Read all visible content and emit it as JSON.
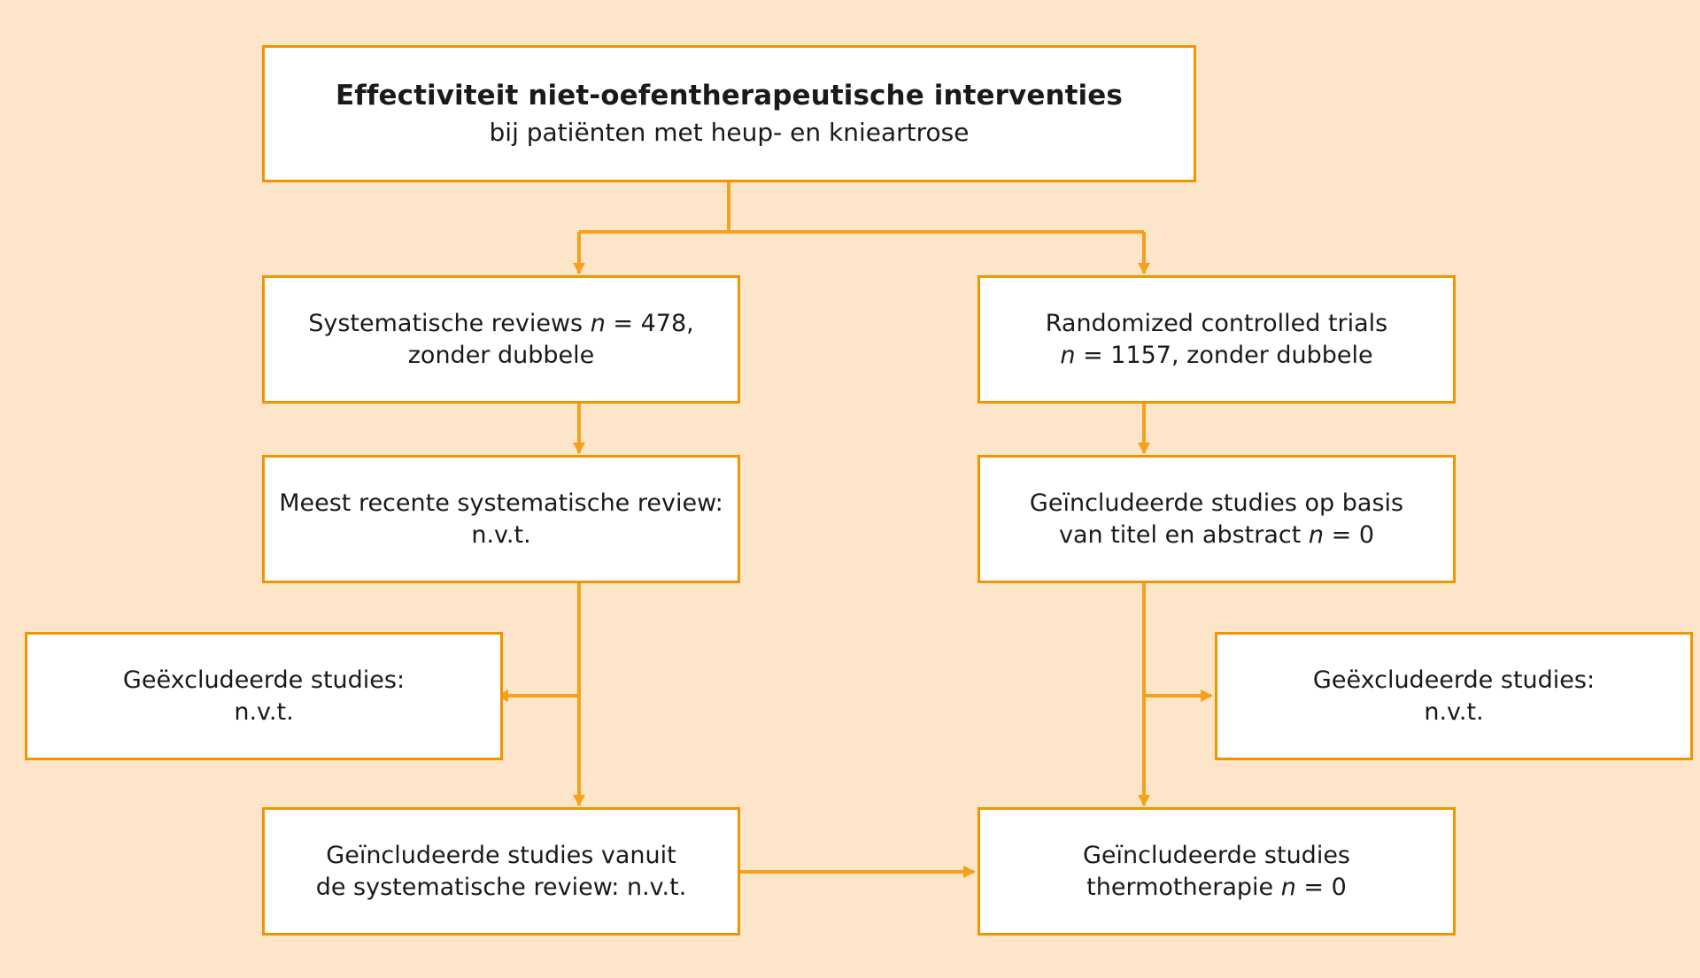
{
  "diagram": {
    "type": "flowchart",
    "title": "Effectiviteit niet-oefentherapeutische interventies",
    "subtitle": "bij patiënten met heup- en knieartrose",
    "colors": {
      "background": "#fce5c8",
      "accent": "#f29400",
      "node_fill": "#ffffff",
      "text": "#1a1a1a"
    },
    "nodes": {
      "root": {
        "title": "Effectiviteit niet-oefentherapeutische interventies",
        "subtitle": "bij patiënten met heup- en knieartrose"
      },
      "systematic_reviews": {
        "line1_pre": "Systematische reviews ",
        "line1_var": "n",
        "line1_post": " = 478,",
        "line2": "zonder dubbele"
      },
      "randomized_trials": {
        "line1": "Randomized controlled trials",
        "line2_var": "n",
        "line2_post": " = 1157, zonder dubbele"
      },
      "most_recent_review": {
        "line1": "Meest recente systematische review:",
        "line2": "n.v.t."
      },
      "included_title_abstract": {
        "line1": "Geïncludeerde studies op basis",
        "line2_pre": "van titel en abstract ",
        "line2_var": "n",
        "line2_post": " = 0"
      },
      "excluded_left": {
        "line1": "Geëxcludeerde studies:",
        "line2": "n.v.t."
      },
      "excluded_right": {
        "line1": "Geëxcludeerde studies:",
        "line2": "n.v.t."
      },
      "included_from_review": {
        "line1": "Geïncludeerde studies vanuit",
        "line2": "de systematische review: n.v.t."
      },
      "included_thermotherapy": {
        "line1": "Geïncludeerde studies",
        "line2_pre": "thermotherapie ",
        "line2_var": "n",
        "line2_post": " = 0"
      }
    },
    "connectors": [
      {
        "name": "root-to-systematic-reviews",
        "from": "root",
        "to": "systematic_reviews",
        "arrow": "down"
      },
      {
        "name": "root-to-randomized-trials",
        "from": "root",
        "to": "randomized_trials",
        "arrow": "down"
      },
      {
        "name": "systematic-reviews-to-most-recent-review",
        "from": "systematic_reviews",
        "to": "most_recent_review",
        "arrow": "down"
      },
      {
        "name": "randomized-trials-to-included-title-abstract",
        "from": "randomized_trials",
        "to": "included_title_abstract",
        "arrow": "down"
      },
      {
        "name": "most-recent-review-to-excluded-left",
        "from": "most_recent_review",
        "to": "excluded_left",
        "arrow": "left"
      },
      {
        "name": "most-recent-review-to-included-from-review",
        "from": "most_recent_review",
        "to": "included_from_review",
        "arrow": "down"
      },
      {
        "name": "included-title-abstract-to-excluded-right",
        "from": "included_title_abstract",
        "to": "excluded_right",
        "arrow": "right"
      },
      {
        "name": "included-title-abstract-to-included-thermotherapy",
        "from": "included_title_abstract",
        "to": "included_thermotherapy",
        "arrow": "down"
      },
      {
        "name": "included-from-review-to-included-thermotherapy",
        "from": "included_from_review",
        "to": "included_thermotherapy",
        "arrow": "right"
      }
    ]
  }
}
